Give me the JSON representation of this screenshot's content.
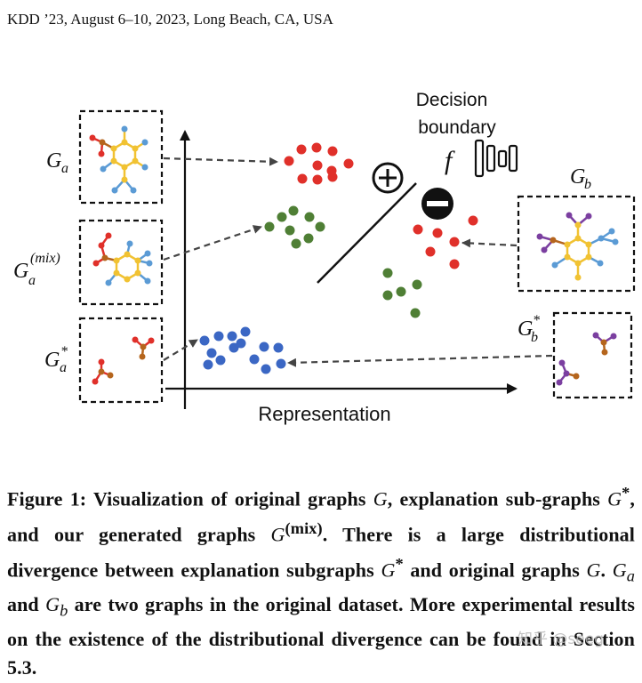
{
  "header": {
    "venue": "KDD ’23, August 6–10, 2023, Long Beach, CA, USA"
  },
  "figure": {
    "label_ga": "a",
    "label_gmix_sub": "a",
    "label_gmix_sup": "(mix)",
    "label_gastar_sub": "a",
    "label_gastar_sup": "*",
    "label_gb_sub": "b",
    "label_gbstar_sub": "b",
    "label_gbstar_sup": "*",
    "label_g": "G",
    "decision_boundary_line1": "Decision",
    "decision_boundary_line2": "boundary",
    "f_label": "f",
    "plus_sign": "+",
    "minus_sign": "−",
    "x_axis_label": "Representation"
  },
  "caption": {
    "part1": "Figure 1: Visualization of original graphs ",
    "g1": "G",
    "part2": ", explanation sub-graphs ",
    "g2": "G",
    "g2sup": "*",
    "part3": ", and our generated graphs ",
    "g3": "G",
    "g3sup": "(mix)",
    "part4": ". There is a large distributional divergence between explanation subgraphs ",
    "g4": "G",
    "g4sup": "*",
    "part5": " and original graphs ",
    "g5": "G",
    "part6": ". ",
    "g6": "G",
    "g6sub": "a",
    "part7": " and ",
    "g7": "G",
    "g7sub": "b",
    "part8": " are two graphs in the original dataset. More experimental results on the existence of the distributional divergence can be found in Section 5.3."
  },
  "watermark": "知乎 @seeg",
  "colors": {
    "red": "#e0302a",
    "green": "#4f7f35",
    "blue": "#3b67c4",
    "yellow": "#f1c232",
    "purple": "#7b3fa0",
    "brown": "#b5651d",
    "lightblue": "#5b9bd5"
  }
}
